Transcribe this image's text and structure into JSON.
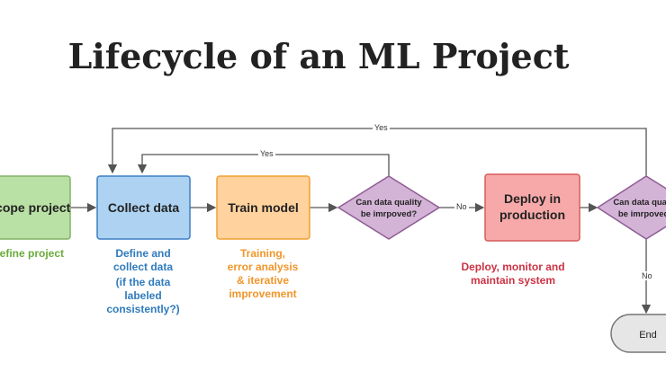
{
  "title": "Lifecycle of an ML Project",
  "nodes": {
    "scope": {
      "label": "Scope project",
      "color": "#b9e0a5",
      "border": "#82b366"
    },
    "collect": {
      "label": "Collect data",
      "color": "#aed3f2",
      "border": "#3b7fc4"
    },
    "train": {
      "label": "Train model",
      "color": "#ffd29e",
      "border": "#f0a030"
    },
    "decision1": {
      "label_line1": "Can data quality",
      "label_line2": "be imrpoved?",
      "color": "#d3b3d6",
      "border": "#8e5c94"
    },
    "deploy": {
      "label_line1": "Deploy in",
      "label_line2": "production",
      "color": "#f7a9a9",
      "border": "#d65c5c"
    },
    "decision2": {
      "label_line1": "Can data quality",
      "label_line2": "be imrpoved?",
      "color": "#d3b3d6",
      "border": "#8e5c94"
    },
    "end": {
      "label": "End",
      "color": "#e6e6e6",
      "border": "#777777"
    }
  },
  "descriptions": {
    "scope": {
      "text": "Define project",
      "color": "#6aab3a"
    },
    "collect": {
      "line1": "Define and",
      "line2": "collect data",
      "line3": "(if the data",
      "line4": "labeled",
      "line5": "consistently?)",
      "color": "#2f7bbd"
    },
    "train": {
      "line1": "Training,",
      "line2": "error analysis",
      "line3": "& iterative",
      "line4": "improvement",
      "color": "#f0962a"
    },
    "deploy": {
      "line1": "Deploy, monitor and",
      "line2": "maintain system",
      "color": "#cc3344"
    }
  },
  "edge_labels": {
    "yes_outer": "Yes",
    "yes_inner": "Yes",
    "no_right": "No",
    "no_down": "No"
  }
}
